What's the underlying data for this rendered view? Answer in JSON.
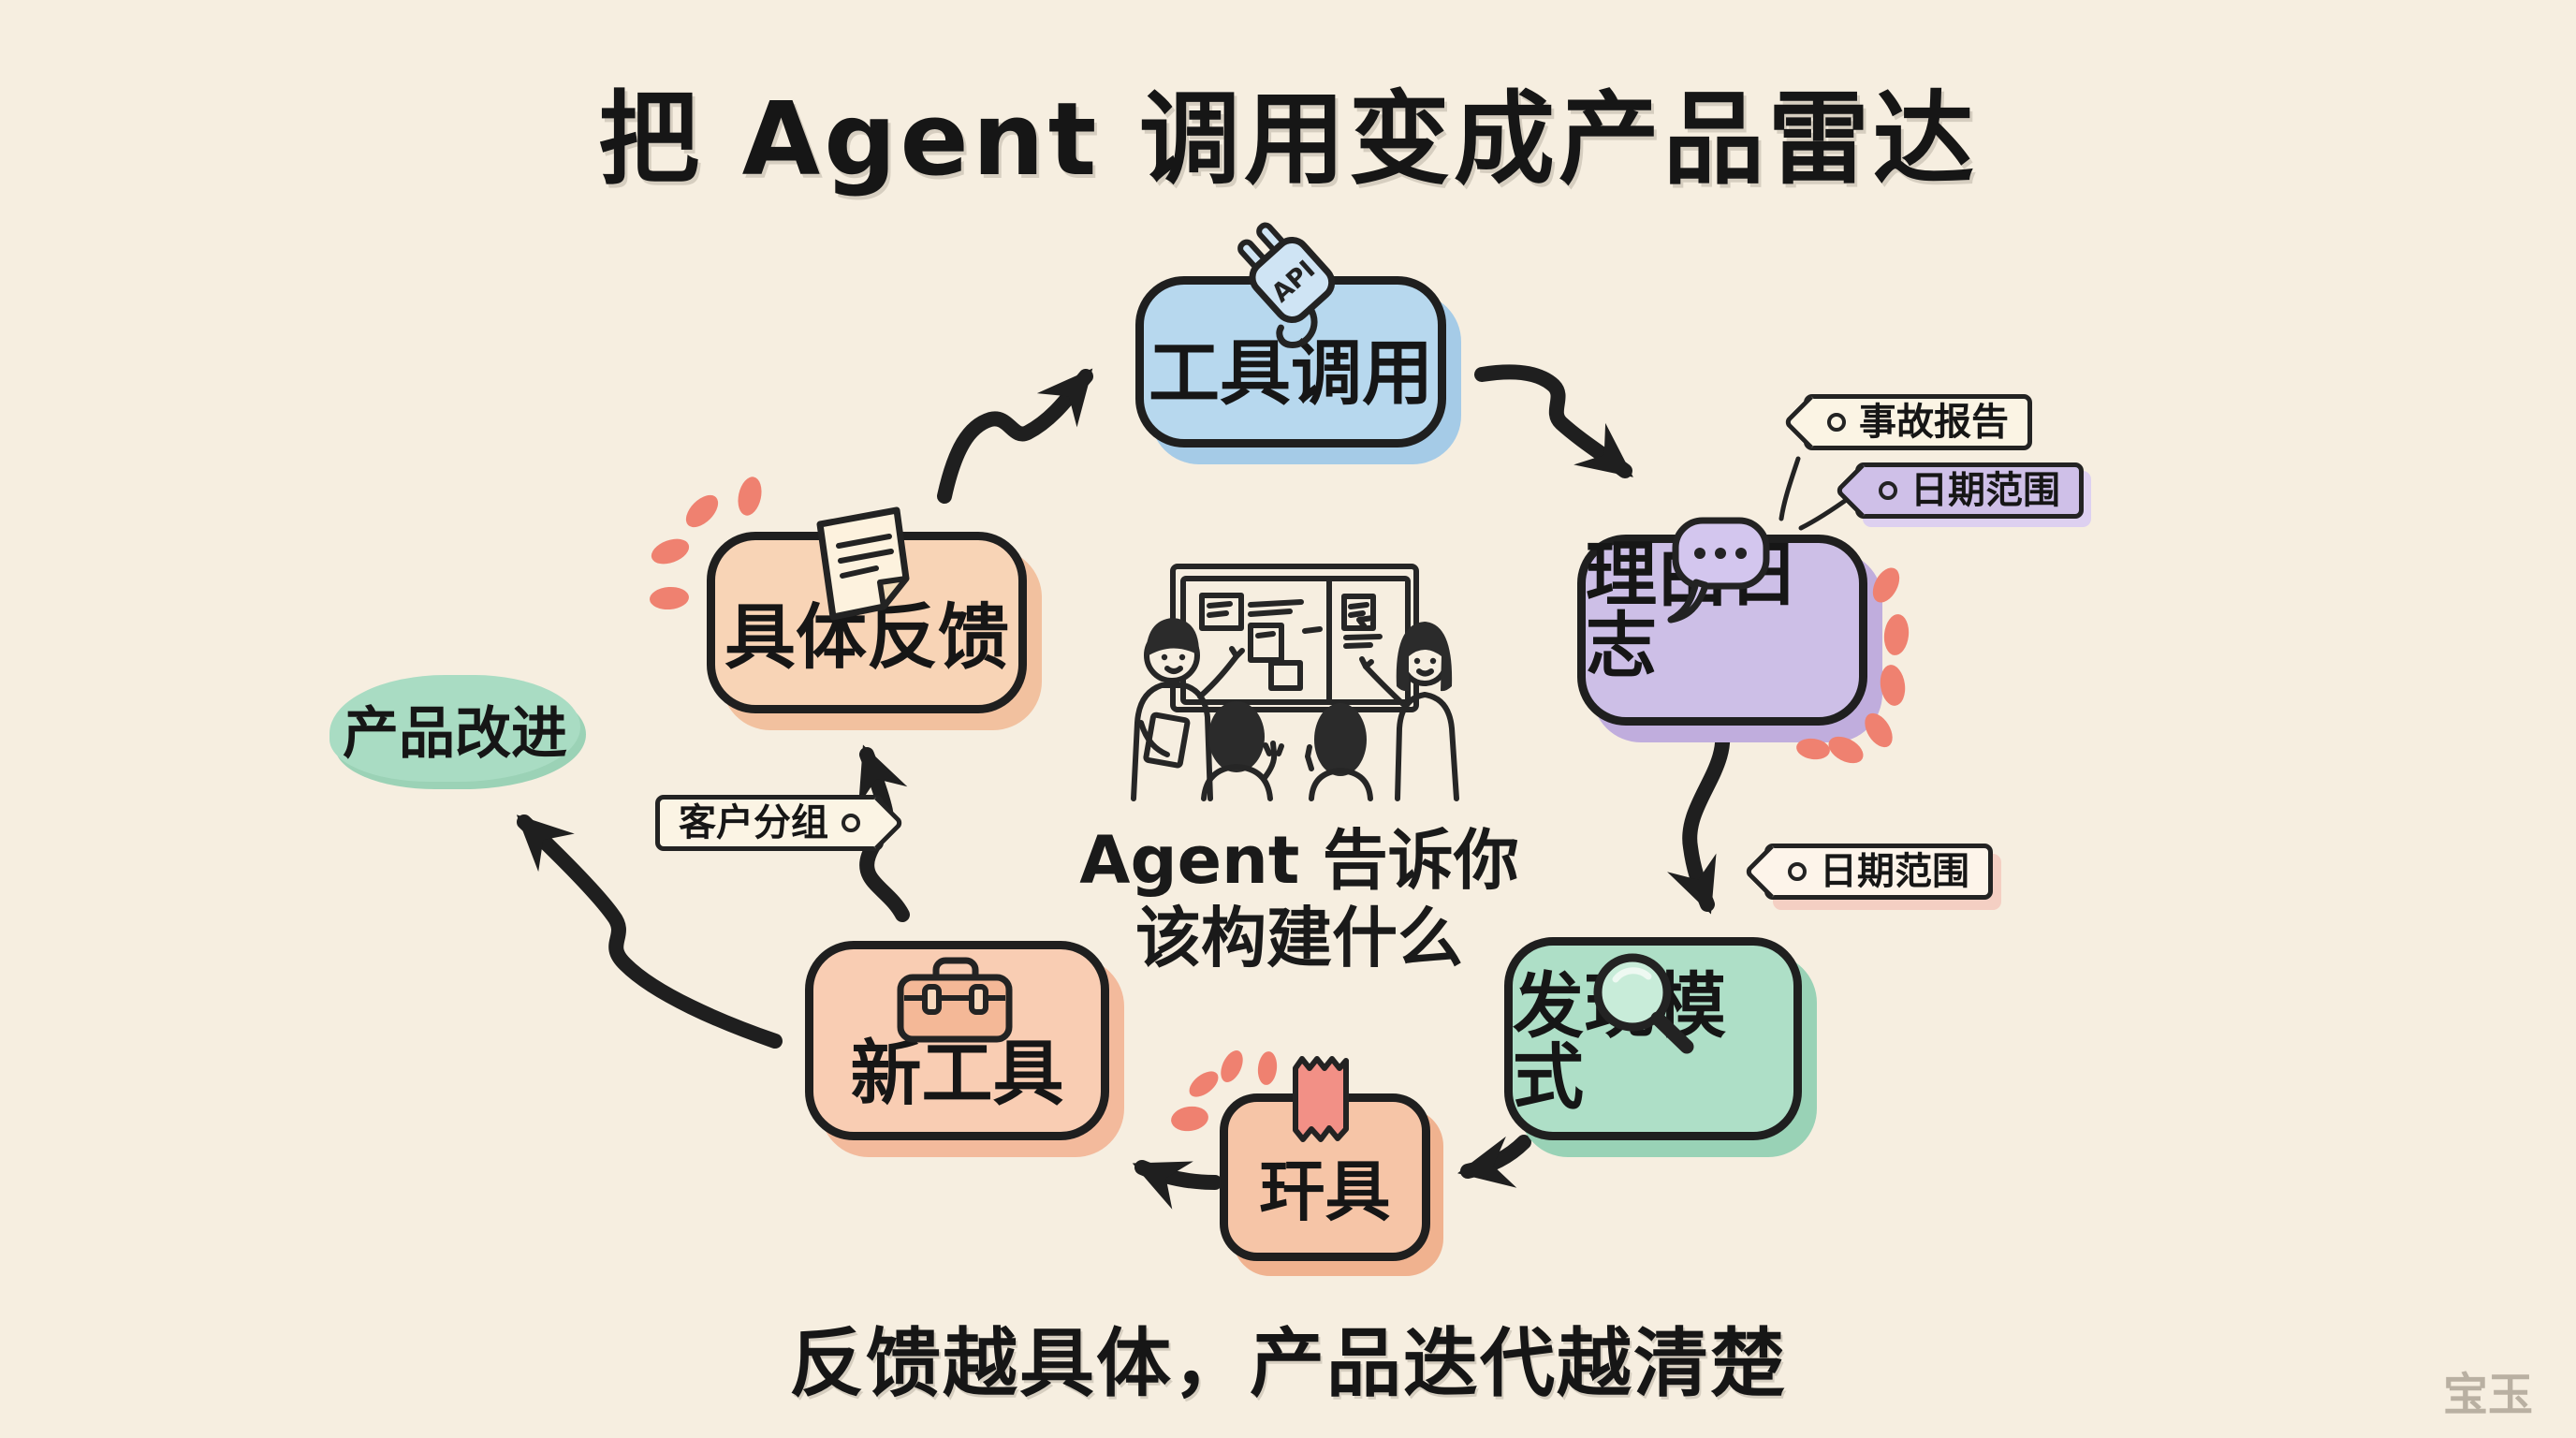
{
  "title": "把 Agent 调用变成产品雷达",
  "nodes": [
    {
      "id": "tool-calls",
      "label": "工具调用",
      "icon": "api-plug-icon",
      "color": "#b7d8ee"
    },
    {
      "id": "reason-log",
      "label": "理由日志",
      "icon": "speech-bubble-icon",
      "color": "#cdbfe7"
    },
    {
      "id": "discover-patterns",
      "label": "发现模式",
      "icon": "magnifier-icon",
      "color": "#aedfc7"
    },
    {
      "id": "fixture",
      "label": "玕具",
      "icon": "washi-tape-icon",
      "color": "#f6c5a7"
    },
    {
      "id": "new-tools",
      "label": "新工具",
      "icon": "toolbox-icon",
      "color": "#f9cdb3"
    },
    {
      "id": "specific-feedback",
      "label": "具体反馈",
      "icon": "note-icon",
      "color": "#f8d4b6"
    }
  ],
  "outcome": {
    "label": "产品改进",
    "highlight_color": "#a9dcc3"
  },
  "tags": {
    "incident_report": "事故报告",
    "date_range_top": "日期范围",
    "date_range_bottom": "日期范围",
    "customer_segment": "客户分组"
  },
  "center": {
    "illustration": "people-at-whiteboard-illustration",
    "caption": "Agent 告诉你\n该构建什么"
  },
  "footer_caption": "反馈越具体，产品迭代越清楚",
  "watermark": "宝玉",
  "flow": [
    "具体反馈 → 工具调用",
    "工具调用 → 理由日志",
    "理由日志 → 发现模式",
    "发现模式 → 玕具",
    "玕具 → 新工具",
    "新工具 → 具体反馈",
    "新工具 → 产品改进"
  ],
  "colors": {
    "background": "#f6eee0",
    "ink": "#1f1f1f",
    "coral_accent": "#ef8170",
    "mint_highlight": "#a9dcc3",
    "tag_cream": "#fbf4e4",
    "tag_purple": "#cfc0e8"
  }
}
